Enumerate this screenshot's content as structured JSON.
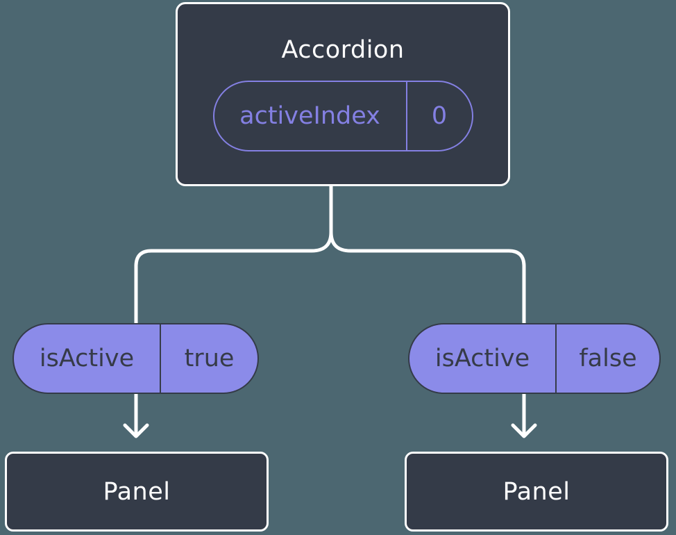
{
  "colors": {
    "background": "#4C6771",
    "node_fill": "#343B48",
    "node_border": "#FFFFFF",
    "title_text": "#FFFFFF",
    "accent_purple_outline": "#8480E3",
    "pill_fill_purple": "#8B8BE9",
    "pill_text_dark": "#363B48",
    "connector_line": "#FFFFFF"
  },
  "tree": {
    "root": {
      "title": "Accordion",
      "state": {
        "name": "activeIndex",
        "value": "0"
      }
    },
    "children": [
      {
        "prop": {
          "name": "isActive",
          "value": "true"
        },
        "node": {
          "title": "Panel"
        }
      },
      {
        "prop": {
          "name": "isActive",
          "value": "false"
        },
        "node": {
          "title": "Panel"
        }
      }
    ]
  }
}
